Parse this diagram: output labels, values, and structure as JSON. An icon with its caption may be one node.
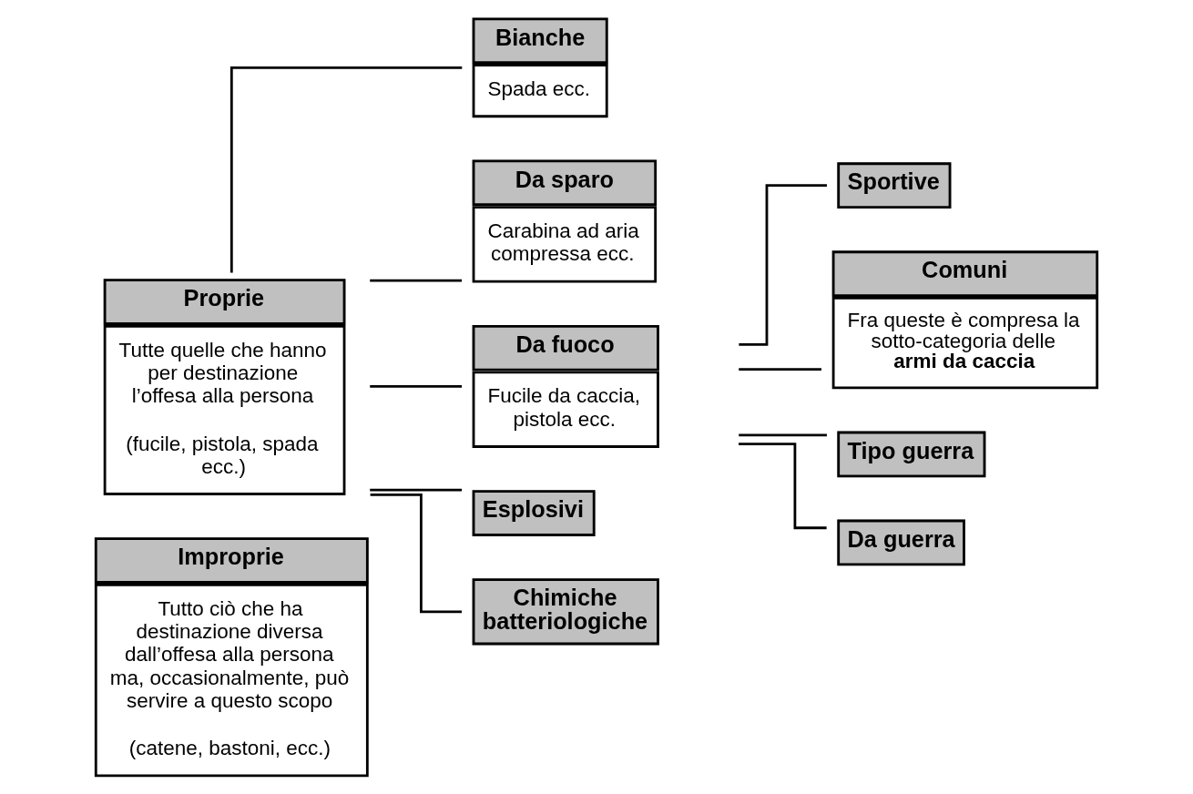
{
  "diagram": {
    "nodes": [
      {
        "text": [
          "Proprie",
          "Tutte quelle che hanno per destinazione l’offesa alla persona",
          "(fucile, pistola, spada ecc.)"
        ]
      },
      {
        "text": [
          "Improprie",
          "Tutto ciò che ha destinazione diversa dall’offesa alla persona ma, occasionalmente, può servire a questo scopo",
          "(catene, bastoni, ecc.)"
        ]
      },
      {
        "text": [
          "Bianche",
          "Spada ecc."
        ]
      },
      {
        "text": [
          "Da sparo",
          "Carabina ad aria compressa ecc."
        ]
      },
      {
        "text": [
          "Da fuoco",
          "Fucile da caccia, pistola ecc."
        ]
      },
      {
        "text": [
          "Esplosivi"
        ]
      },
      {
        "text": [
          "Chimiche batteriologiche"
        ]
      },
      {
        "text": [
          "Sportive"
        ]
      },
      {
        "text": [
          "Comuni",
          "Fra queste è compresa la sotto-categoria delle **armi da caccia**"
        ]
      },
      {
        "text": [
          "Tipo guerra"
        ]
      },
      {
        "text": [
          "Da guerra"
        ]
      }
    ],
    "edges": [
      {
        "from": 0,
        "to": 2,
        "arrow": "none"
      },
      {
        "from": 0,
        "to": 3,
        "arrow": "none"
      },
      {
        "from": 0,
        "to": 4,
        "arrow": "none"
      },
      {
        "from": 0,
        "to": 5,
        "arrow": "none"
      },
      {
        "from": 0,
        "to": 6,
        "arrow": "none"
      },
      {
        "from": 4,
        "to": 7,
        "arrow": "none"
      },
      {
        "from": 4,
        "to": 8,
        "arrow": "none"
      },
      {
        "from": 4,
        "to": 9,
        "arrow": "none"
      },
      {
        "from": 4,
        "to": 10,
        "arrow": "none"
      }
    ]
  }
}
